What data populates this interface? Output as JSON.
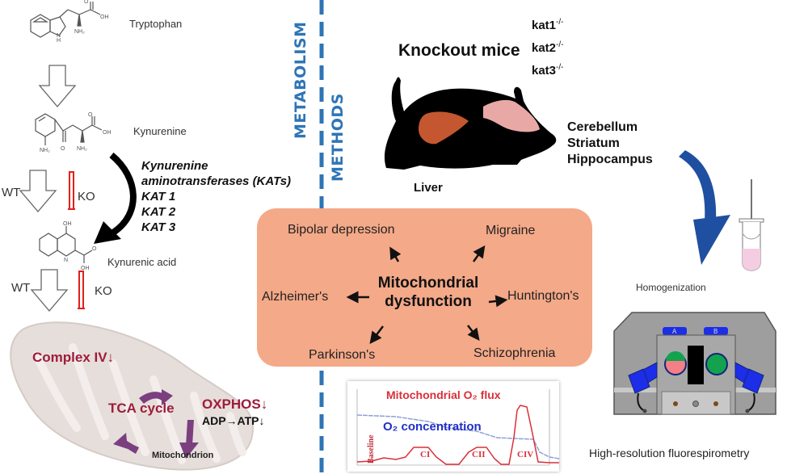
{
  "labels": {
    "metabolism": "METABOLISM",
    "methods": "METHODS"
  },
  "pathway": {
    "tryptophan": "Tryptophan",
    "kynurenine": "Kynurenine",
    "kynurenic_acid": "Kynurenic acid",
    "wt": "WT",
    "ko": "KO",
    "enzyme_lines": [
      "Kynurenine",
      "aminotransferases (KATs)",
      "KAT 1",
      "KAT 2",
      "KAT 3"
    ],
    "atoms": {
      "oh": "OH",
      "nh2": "NH₂",
      "h": "H",
      "n": "N",
      "o": "O"
    }
  },
  "mitochondrion": {
    "complex_iv": "Complex IV↓",
    "tca_cycle": "TCA cycle",
    "oxphos": "OXPHOS↓",
    "adp_atp": "ADP→ATP↓",
    "caption": "Mitochondrion"
  },
  "methods": {
    "title": "Knockout mice",
    "genes": [
      {
        "name": "kat1",
        "sup": "-/-"
      },
      {
        "name": "kat2",
        "sup": "-/-"
      },
      {
        "name": "kat3",
        "sup": "-/-"
      }
    ],
    "tissues": [
      "Cerebellum",
      "Striatum",
      "Hippocampus"
    ],
    "liver": "Liver",
    "homogenization": "Homogenization",
    "device_caption": "High-resolution fluorespirometry",
    "chamber_a": "A",
    "chamber_b": "B"
  },
  "diseases": {
    "center": [
      "Mitochondrial",
      "dysfunction"
    ],
    "bipolar": "Bipolar depression",
    "migraine": "Migraine",
    "alzheimers": "Alzheimer's",
    "huntingtons": "Huntington's",
    "parkinsons": "Parkinson's",
    "schizophrenia": "Schizophrenia"
  },
  "graph": {
    "flux_title": "Mitochondrial O₂ flux",
    "o2_label": "O₂ concentration",
    "baseline": "Baseline",
    "peaks": [
      "CI",
      "CII",
      "CIV"
    ]
  },
  "colors": {
    "divider": "#2e75b6",
    "disease_box": "#f4a988",
    "mito_red": "#9e1c3c",
    "mito_arrow": "#7b3f80",
    "flux_red": "#d9303a",
    "o2_blue": "#1f2fc8",
    "ko_red": "#e0201c",
    "blue_arrow": "#1f4fa0"
  }
}
